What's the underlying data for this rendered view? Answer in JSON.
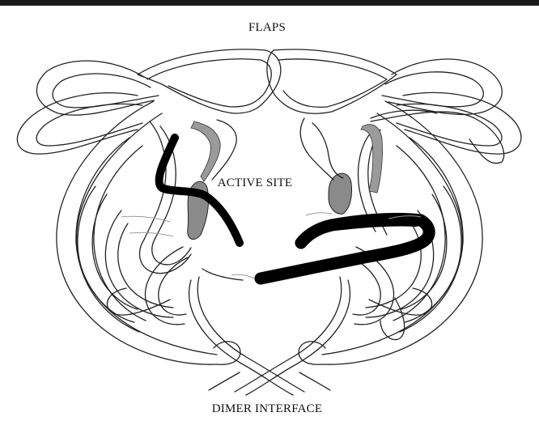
{
  "labels": {
    "flaps": "FLAPS",
    "active_site": "ACTIVE SITE",
    "dimer_interface": "DIMER INTERFACE"
  },
  "colors": {
    "ribbon_stroke": "#222222",
    "highlight": "#000000",
    "shading": "#8a8a8a",
    "background": "#ffffff"
  }
}
